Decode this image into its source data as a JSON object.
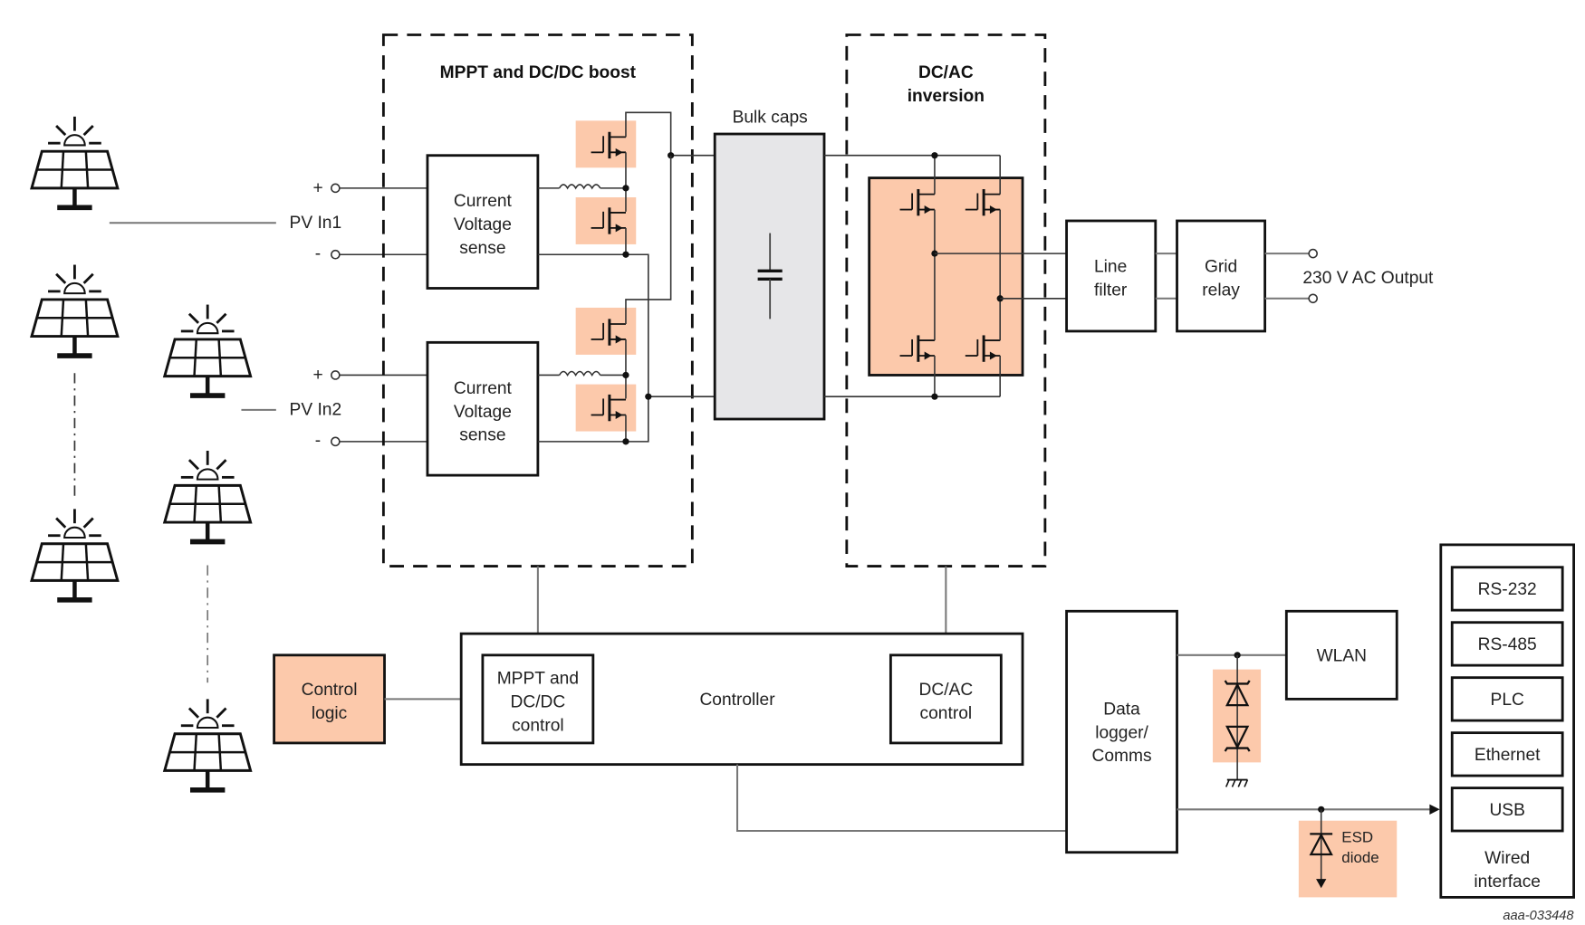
{
  "doc_id": "aaa-033448",
  "blocks": {
    "mppt_group": "MPPT and DC/DC boost",
    "dcac_group": [
      "DC/AC",
      "inversion"
    ],
    "bulk_caps": "Bulk caps",
    "sense1": [
      "Current",
      "Voltage",
      "sense"
    ],
    "sense2": [
      "Current",
      "Voltage",
      "sense"
    ],
    "line_filter": [
      "Line",
      "filter"
    ],
    "grid_relay": [
      "Grid",
      "relay"
    ],
    "ac_output": "230 V AC Output",
    "control_logic": [
      "Control",
      "logic"
    ],
    "controller": "Controller",
    "mppt_control": [
      "MPPT and",
      "DC/DC",
      "control"
    ],
    "dcac_control": [
      "DC/AC",
      "control"
    ],
    "data_logger": [
      "Data",
      "logger/",
      "Comms"
    ],
    "wlan": "WLAN",
    "esd_diode": [
      "ESD",
      "diode"
    ],
    "wired_interface": [
      "Wired",
      "interface"
    ],
    "interfaces": [
      "RS-232",
      "RS-485",
      "PLC",
      "Ethernet",
      "USB"
    ]
  },
  "inputs": {
    "pv1": "PV In1",
    "pv2": "PV In2",
    "plus": "+",
    "minus": "-"
  },
  "colors": {
    "highlight": "#fcc9ab",
    "bulk_fill": "#e6e6e8"
  }
}
